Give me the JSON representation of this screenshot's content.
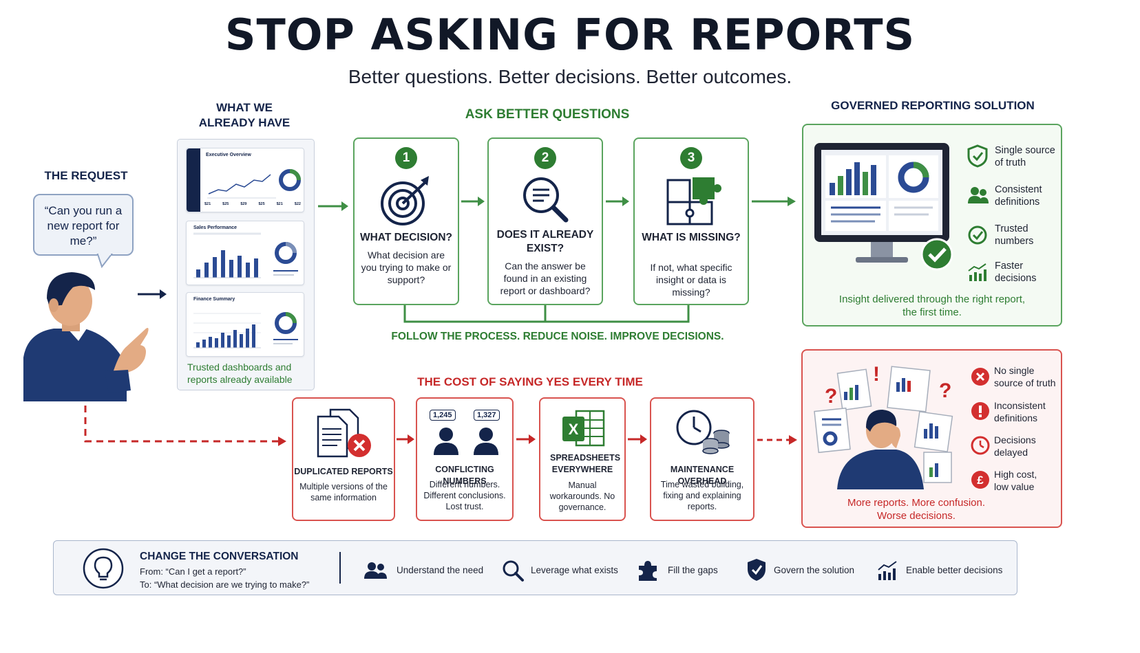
{
  "header": {
    "title": "STOP ASKING FOR REPORTS",
    "subtitle": "Better questions. Better decisions. Better outcomes."
  },
  "request": {
    "label": "THE REQUEST",
    "bubble_text": "“Can you run a new report for me?”"
  },
  "existing": {
    "label_line1": "WHAT WE",
    "label_line2": "ALREADY HAVE",
    "thumbnails": [
      {
        "title": "Executive Overview",
        "tick_labels": [
          "$21",
          "$25",
          "$29",
          "$25",
          "$21",
          "$22"
        ]
      },
      {
        "title": "Sales Performance"
      },
      {
        "title": "Finance Summary"
      }
    ],
    "caption": "Trusted dashboards and reports already available"
  },
  "ask": {
    "label": "ASK BETTER QUESTIONS",
    "steps": [
      {
        "number": "1",
        "title": "WHAT DECISION?",
        "body": "What decision are you trying to make or support?",
        "icon": "target-icon"
      },
      {
        "number": "2",
        "title": "DOES IT ALREADY EXIST?",
        "body": "Can the answer be found in an existing report or dashboard?",
        "icon": "magnifier-document-icon"
      },
      {
        "number": "3",
        "title": "WHAT IS MISSING?",
        "body": "If not, what specific insight or data is missing?",
        "icon": "puzzle-icon"
      }
    ],
    "process_caption": "FOLLOW THE PROCESS. REDUCE NOISE. IMPROVE DECISIONS."
  },
  "governed": {
    "label": "GOVERNED REPORTING SOLUTION",
    "benefits": [
      {
        "icon": "shield-check-icon",
        "line1": "Single source",
        "line2": "of truth"
      },
      {
        "icon": "people-icon",
        "line1": "Consistent",
        "line2": "definitions"
      },
      {
        "icon": "check-circle-icon",
        "line1": "Trusted",
        "line2": "numbers"
      },
      {
        "icon": "growth-chart-icon",
        "line1": "Faster",
        "line2": "decisions"
      }
    ],
    "caption_line1": "Insight delivered through the right report,",
    "caption_line2": "the first time."
  },
  "cost": {
    "label": "THE COST OF SAYING YES EVERY TIME",
    "items": [
      {
        "title": "DUPLICATED REPORTS",
        "body": "Multiple versions of the same information",
        "icon": "duplicate-docs-icon"
      },
      {
        "title": "CONFLICTING NUMBERS",
        "body": "Different numbers. Different conclusions. Lost trust.",
        "icon": "conflicting-people-icon",
        "number_a": "1,245",
        "number_b": "1,327"
      },
      {
        "title": "SPREADSHEETS EVERYWHERE",
        "body": "Manual workarounds. No governance.",
        "icon": "spreadsheet-icon"
      },
      {
        "title": "MAINTENANCE OVERHEAD",
        "body": "Time wasted building, fixing and explaining reports.",
        "icon": "clock-coins-icon"
      }
    ]
  },
  "problem": {
    "items": [
      {
        "icon": "x-circle-icon",
        "line1": "No single",
        "line2": "source of truth"
      },
      {
        "icon": "exclamation-circle-icon",
        "line1": "Inconsistent",
        "line2": "definitions"
      },
      {
        "icon": "clock-icon",
        "line1": "Decisions",
        "line2": "delayed"
      },
      {
        "icon": "pound-circle-icon",
        "line1": "High cost,",
        "line2": "low value"
      }
    ],
    "caption_line1": "More reports. More confusion.",
    "caption_line2": "Worse decisions."
  },
  "conversation": {
    "title": "CHANGE THE CONVERSATION",
    "from": "From: “Can I get a report?”",
    "to": "To: “What decision are we trying to make?”",
    "items": [
      {
        "icon": "people-icon",
        "label": "Understand the need"
      },
      {
        "icon": "search-icon",
        "label": "Leverage what exists"
      },
      {
        "icon": "puzzle-piece-icon",
        "label": "Fill the gaps"
      },
      {
        "icon": "shield-check-icon",
        "label": "Govern the solution"
      },
      {
        "icon": "growth-chart-icon",
        "label": "Enable better decisions"
      }
    ]
  },
  "colors": {
    "navy": "#14244a",
    "green": "#2e7d32",
    "red": "#c62828",
    "blue": "#2b4b94"
  }
}
